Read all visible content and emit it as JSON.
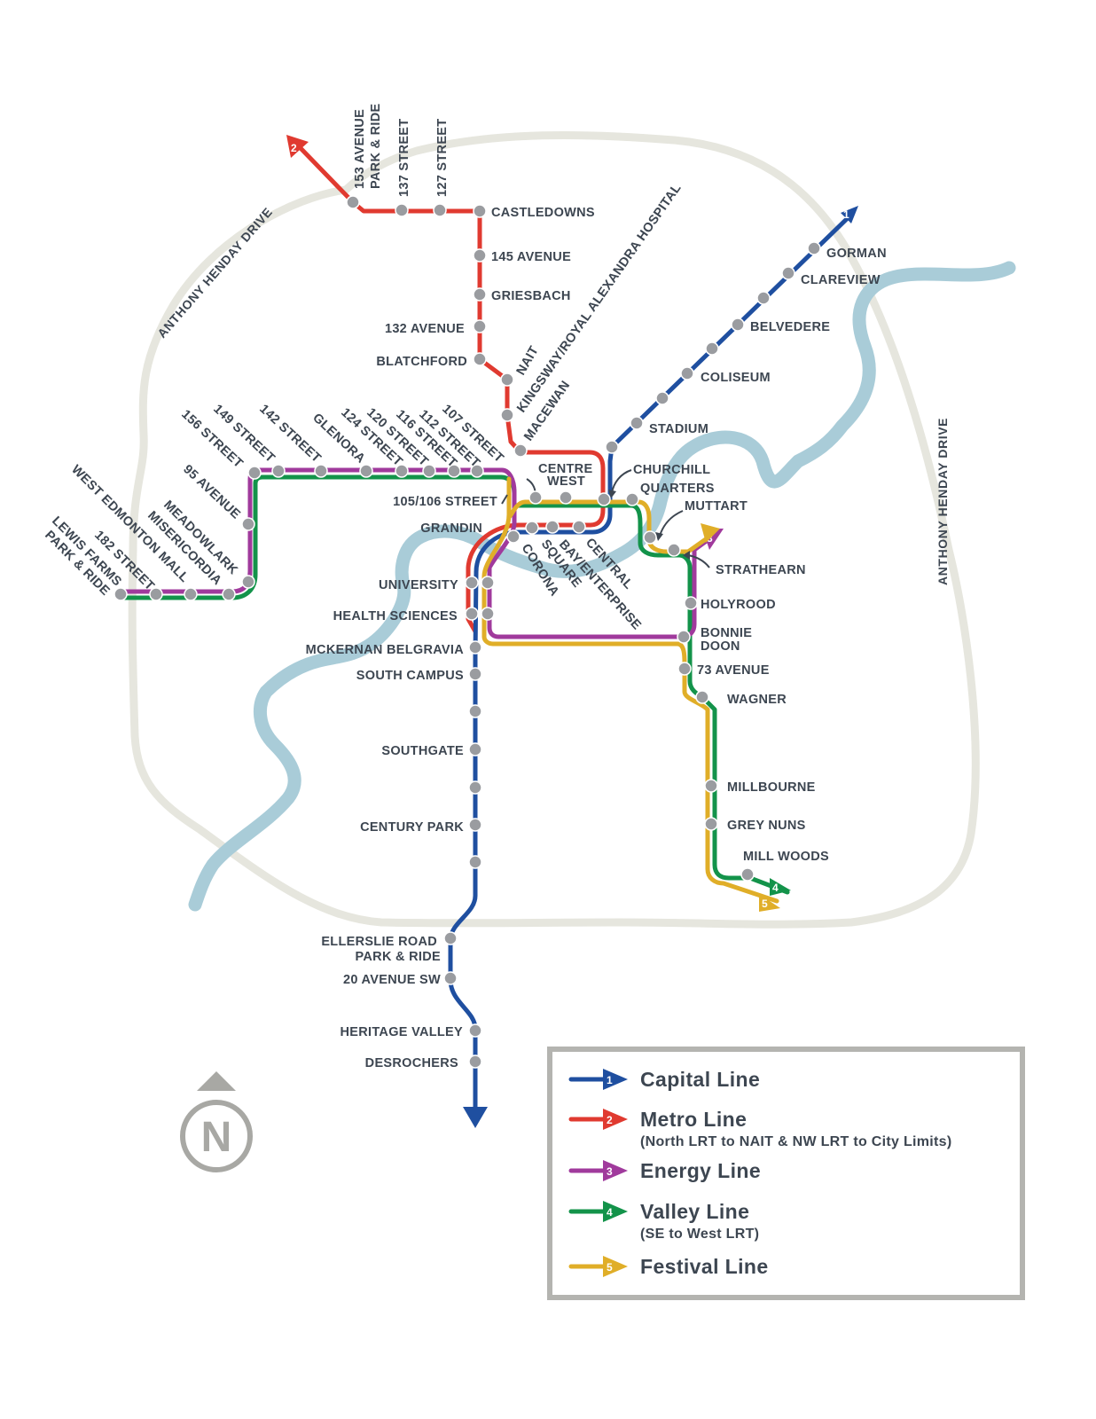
{
  "colors": {
    "capital": "#1f4fa0",
    "metro": "#e03a30",
    "energy": "#a03a9c",
    "valley": "#13934a",
    "festival": "#e0ae28",
    "river": "#a9ccd8",
    "ring_road": "#e6e6de",
    "station": "#9a9ca0",
    "text": "#3d4651",
    "legend_border": "#b4b4b0"
  },
  "roads": {
    "ring_north_west": "ANTHONY HENDAY DRIVE",
    "ring_east": "ANTHONY HENDAY DRIVE"
  },
  "stations": {
    "castledowns": "CASTLEDOWNS",
    "ave145": "145 AVENUE",
    "griesbach": "GRIESBACH",
    "ave132": "132 AVENUE",
    "blatchford": "BLATCHFORD",
    "nait": "NAIT",
    "kingsway": "KINGSWAY/ROYAL ALEXANDRA HOSPITAL",
    "macewan": "MACEWAN",
    "ave153_1": "153 AVENUE",
    "ave153_2": "PARK & RIDE",
    "st137": "137 STREET",
    "st127": "127 STREET",
    "gorman": "GORMAN",
    "clareview": "CLAREVIEW",
    "belvedere": "BELVEDERE",
    "coliseum": "COLISEUM",
    "stadium": "STADIUM",
    "churchill": "CHURCHILL",
    "quarters": "QUARTERS",
    "muttart": "MUTTART",
    "strathearn": "STRATHEARN",
    "holyrood": "HOLYROOD",
    "bonnie_1": "BONNIE",
    "bonnie_2": "DOON",
    "ave73": "73 AVENUE",
    "wagner": "WAGNER",
    "millbourne": "MILLBOURNE",
    "greynuns": "GREY NUNS",
    "millwoods": "MILL WOODS",
    "centrewest_1": "CENTRE",
    "centrewest_2": "WEST",
    "st105106": "105/106 STREET",
    "grandin": "GRANDIN",
    "central": "CENTRAL",
    "bayenterprise": "BAY/ENTERPRISE",
    "corona": "CORONA",
    "square": "SQUARE",
    "university": "UNIVERSITY",
    "healthsciences": "HEALTH SCIENCES",
    "mckernan": "MCKERNAN BELGRAVIA",
    "southcampus": "SOUTH CAMPUS",
    "southgate": "SOUTHGATE",
    "centurypark": "CENTURY PARK",
    "ellerslie_1": "ELLERSLIE ROAD",
    "ellerslie_2": "PARK & RIDE",
    "ave20sw": "20 AVENUE SW",
    "heritage": "HERITAGE VALLEY",
    "desrochers": "DESROCHERS",
    "st107": "107 STREET",
    "st112": "112 STREET",
    "st116": "116 STREET",
    "st120": "120 STREET",
    "st124": "124 STREET",
    "glenora": "GLENORA",
    "st142": "142 STREET",
    "st149": "149 STREET",
    "st156": "156 STREET",
    "ave95": "95 AVENUE",
    "meadowlark": "MEADOWLARK",
    "misericordia": "MISERICORDIA",
    "wem": "WEST EDMONTON MALL",
    "st182": "182 STREET",
    "lewis_1": "LEWIS FARMS",
    "lewis_2": "PARK & RIDE"
  },
  "badges": {
    "capital": "1",
    "metro": "2",
    "energy": "3",
    "valley": "4",
    "festival": "5"
  },
  "compass": {
    "letter": "N"
  },
  "legend": {
    "items": [
      {
        "num": "1",
        "title": "Capital Line",
        "subtitle": ""
      },
      {
        "num": "2",
        "title": "Metro Line",
        "subtitle": "(North LRT to NAIT & NW LRT to City Limits)"
      },
      {
        "num": "3",
        "title": "Energy Line",
        "subtitle": ""
      },
      {
        "num": "4",
        "title": "Valley Line",
        "subtitle": "(SE to West LRT)"
      },
      {
        "num": "5",
        "title": "Festival Line",
        "subtitle": ""
      }
    ]
  }
}
